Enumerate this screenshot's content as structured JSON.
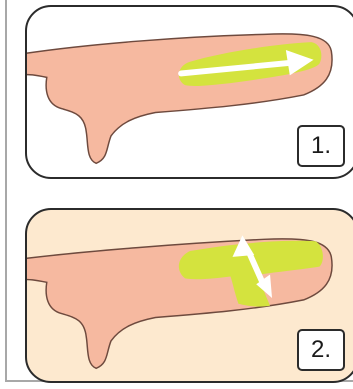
{
  "colors": {
    "skin": "#f6b9a0",
    "skin_outline": "#6e4a3e",
    "tape": "#d4e33e",
    "arrow": "#ffffff",
    "panel_border": "#2b2b2b",
    "panel2_background": "#fde9cf"
  },
  "steps": [
    {
      "label": "1.",
      "tape": "lengthwise-strip",
      "arrow": "right-arrow-icon"
    },
    {
      "label": "2.",
      "tape": "cross-strip",
      "arrow": "vertical-double-arrow-icon"
    }
  ]
}
